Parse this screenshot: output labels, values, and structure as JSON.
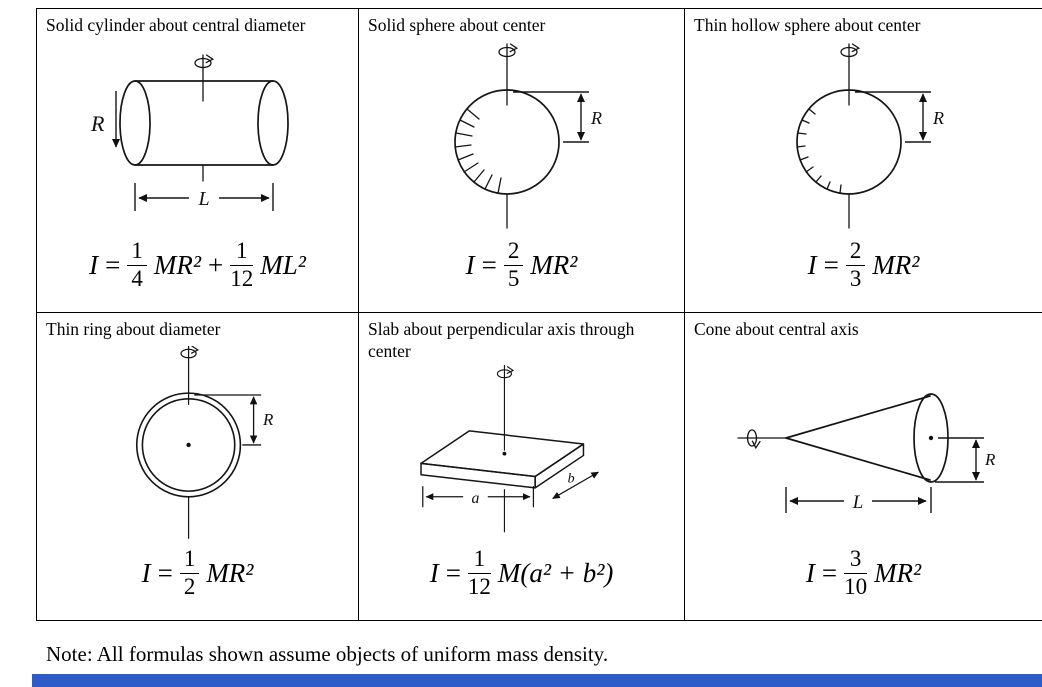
{
  "colors": {
    "border": "#000000",
    "bottom_bar": "#2e5cc7"
  },
  "note": "Note: All formulas shown assume objects of uniform mass density.",
  "cells": [
    {
      "title": "Solid cylinder about central diameter",
      "figure": "solid-cylinder-sketch",
      "labels": {
        "R": "R",
        "L": "L"
      },
      "formula": {
        "lhs": "I",
        "eq": "=",
        "f1num": "1",
        "f1den": "4",
        "t1": "MR²",
        "op": "+",
        "f2num": "1",
        "f2den": "12",
        "t2": "ML²"
      }
    },
    {
      "title": "Solid sphere about center",
      "figure": "solid-sphere-sketch",
      "labels": {
        "R": "R"
      },
      "formula": {
        "lhs": "I",
        "eq": "=",
        "f1num": "2",
        "f1den": "5",
        "t1": "MR²"
      }
    },
    {
      "title": "Thin hollow sphere about center",
      "figure": "hollow-sphere-sketch",
      "labels": {
        "R": "R"
      },
      "formula": {
        "lhs": "I",
        "eq": "=",
        "f1num": "2",
        "f1den": "3",
        "t1": "MR²"
      }
    },
    {
      "title": "Thin ring about diameter",
      "figure": "thin-ring-sketch",
      "labels": {
        "R": "R"
      },
      "formula": {
        "lhs": "I",
        "eq": "=",
        "f1num": "1",
        "f1den": "2",
        "t1": "MR²"
      }
    },
    {
      "title": "Slab about perpendicular axis through center",
      "figure": "slab-sketch",
      "labels": {
        "a": "a",
        "b": "b"
      },
      "formula": {
        "lhs": "I",
        "eq": "=",
        "f1num": "1",
        "f1den": "12",
        "t1": "M(a² + b²)"
      }
    },
    {
      "title": "Cone about central axis",
      "figure": "cone-sketch",
      "labels": {
        "R": "R",
        "L": "L"
      },
      "formula": {
        "lhs": "I",
        "eq": "=",
        "f1num": "3",
        "f1den": "10",
        "t1": "MR²"
      }
    }
  ]
}
